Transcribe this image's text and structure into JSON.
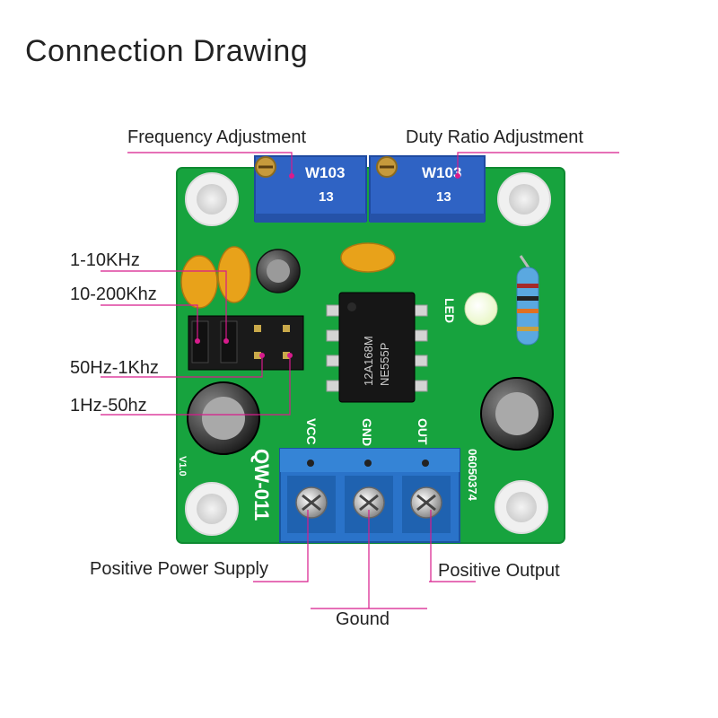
{
  "title": "Connection Drawing",
  "callouts": {
    "frequency": "Frequency Adjustment",
    "duty": "Duty Ratio Adjustment",
    "range1": "1-10KHz",
    "range2": "10-200Khz",
    "range3": "50Hz-1Khz",
    "range4": "1Hz-50hz",
    "power": "Positive Power Supply",
    "output": "Positive Output",
    "ground": "Gound"
  },
  "board": {
    "pot_left": "W103",
    "pot_left_sub": "13",
    "pot_right": "W103",
    "pot_right_sub": "13",
    "chip_line1": "12A168M",
    "chip_line2": "NE555P",
    "led": "LED",
    "vcc": "VCC",
    "gnd": "GND",
    "out": "OUT",
    "model": "QW-011",
    "version": "V1.0",
    "serial": "06050374"
  },
  "colors": {
    "pcb": "#17a33e",
    "leader": "#d81b8c",
    "terminal": "#2a73c9",
    "pot": "#2f63c4",
    "capacitor": "#e8a21a"
  }
}
